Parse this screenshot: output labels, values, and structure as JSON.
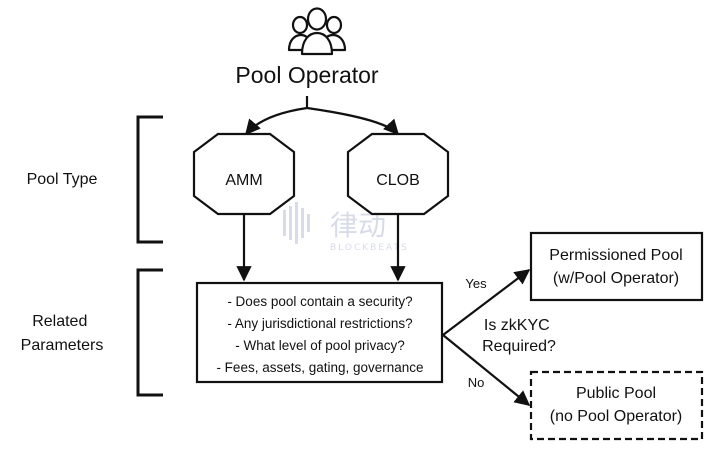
{
  "title": "Pool Operator",
  "watermark": {
    "text": "律动",
    "subtext": "BLOCKBEATS",
    "color": "#b8c0d8"
  },
  "icons": {
    "operator": "users-group-icon"
  },
  "sections": {
    "pool_type": "Pool Type",
    "related_line1": "Related",
    "related_line2": "Parameters"
  },
  "pool_types": [
    "AMM",
    "CLOB"
  ],
  "parameters": [
    "- Does pool contain a security?",
    "- Any jurisdictional restrictions?",
    "- What level of pool privacy?",
    "- Fees, assets, gating, governance"
  ],
  "decision": {
    "line1": "Is zkKYC",
    "line2": "Required?",
    "yes": "Yes",
    "no": "No"
  },
  "outcomes": {
    "permissioned_line1": "Permissioned Pool",
    "permissioned_line2": "(w/Pool Operator)",
    "public_line1": "Public Pool",
    "public_line2": "(no Pool Operator)"
  },
  "colors": {
    "ink": "#111111",
    "background": "#ffffff"
  }
}
